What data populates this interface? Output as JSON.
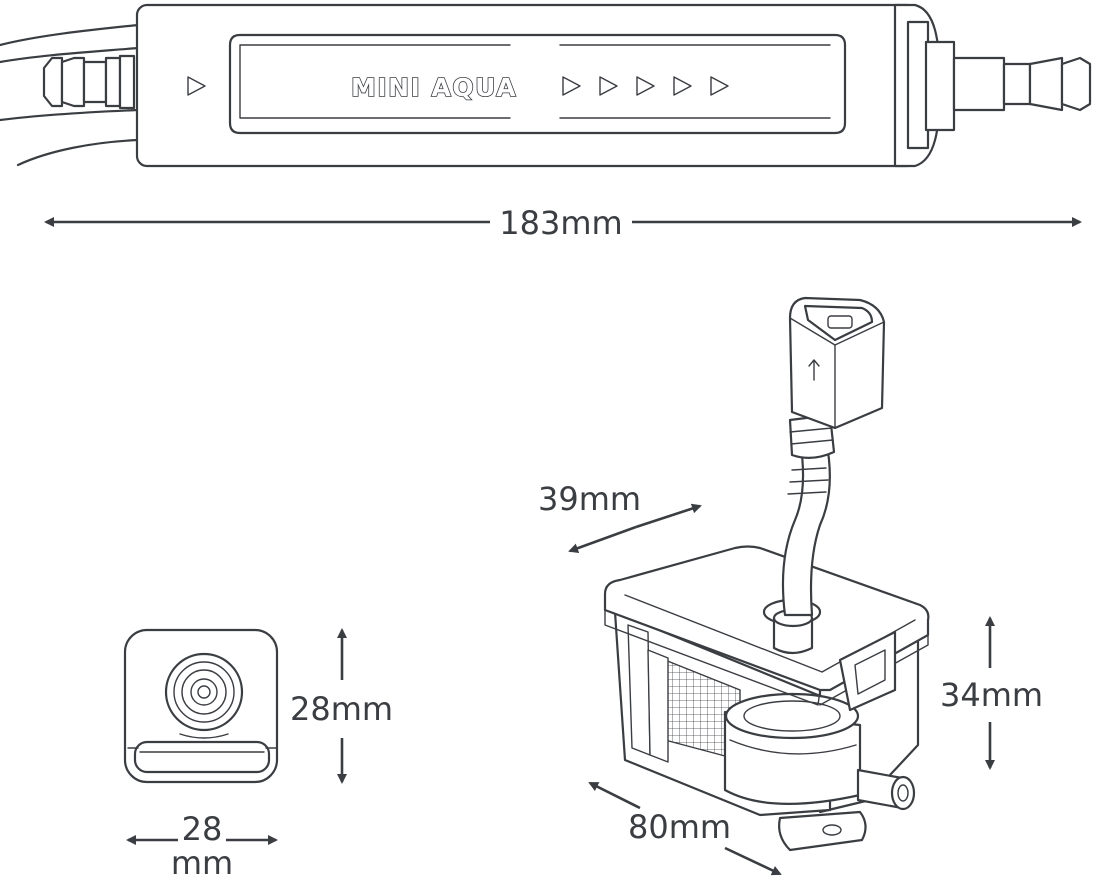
{
  "product": {
    "brand_label": "MINI AQUA"
  },
  "dimensions": {
    "length": "183mm",
    "width": "28",
    "width_unit": "mm",
    "height_small": "28mm",
    "depth": "39mm",
    "height_pump": "34mm",
    "length_pump": "80mm"
  },
  "colors": {
    "line": "#3a3d42",
    "background": "#ffffff"
  }
}
